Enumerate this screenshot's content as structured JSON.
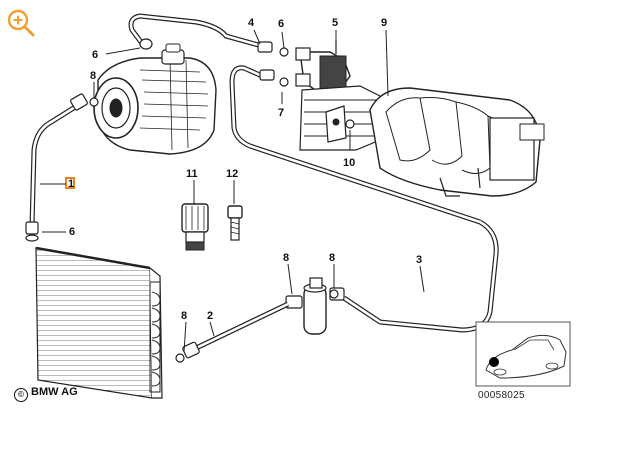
{
  "toolbar": {
    "zoom_icon": "zoom-in-icon",
    "accent_color": "#f0a030"
  },
  "callouts": {
    "pipe_1": "1",
    "pipe_2": "2",
    "pipe_3": "3",
    "pipe_4": "4",
    "valve_5": "5",
    "ring_6_top": "6",
    "ring_6_upper": "6",
    "ring_6_lower": "6",
    "ring_7": "7",
    "ring_8_compressor": "8",
    "ring_8_pipe2": "8",
    "ring_8_dryer_left": "8",
    "ring_8_dryer_right": "8",
    "evaporator_9": "9",
    "ring_10": "10",
    "switch_11": "11",
    "bolt_12": "12"
  },
  "footer": {
    "copyright": "BMW AG",
    "document_id": "00058025"
  },
  "highlight_color": "#e8821e"
}
